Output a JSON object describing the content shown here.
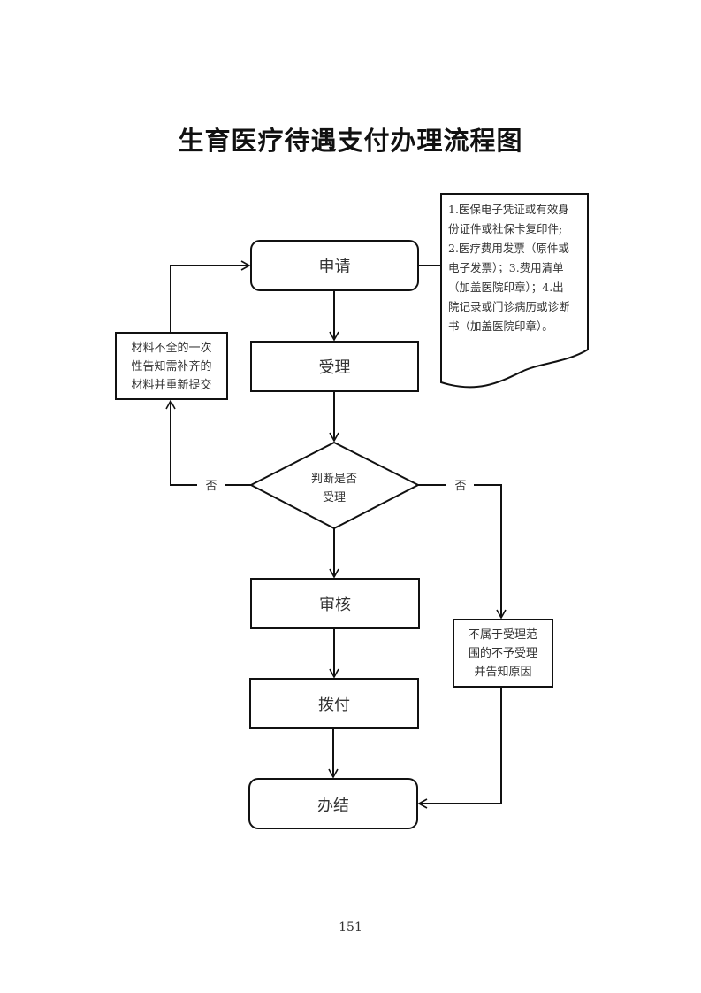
{
  "title": "生育医疗待遇支付办理流程图",
  "nodes": {
    "apply": "申请",
    "accept": "受理",
    "decision": [
      "判断是否",
      "受理"
    ],
    "review": "审核",
    "pay": "拨付",
    "complete": "办结",
    "supplement": [
      "材料不全的一次",
      "性告知需补齐的",
      "材料并重新提交"
    ],
    "reject": [
      "不属于受理范",
      "围的不予受理",
      "并告知原因"
    ]
  },
  "document_note": [
    "1.医保电子凭证或有效身",
    "份证件或社保卡复印件;",
    "2.医疗费用发票（原件或",
    "电子发票）；3.费用清单",
    "（加盖医院印章）；4.出",
    "院记录或门诊病历或诊断",
    "书（加盖医院印章）。"
  ],
  "edge_labels": {
    "no_left": "否",
    "no_right": "否"
  },
  "page_number": "151"
}
